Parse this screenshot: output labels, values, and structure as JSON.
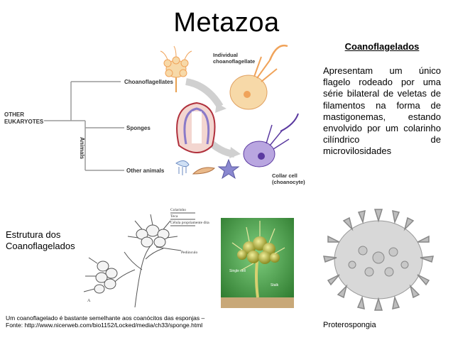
{
  "title": "Metazoa",
  "coano": {
    "heading": "Coanoflagelados",
    "body": "Apresentam um único flagelo rodeado por uma série bilateral de veletas de filamentos na forma de mastigonemas, estando envolvido por um colarinho cilíndrico de microvilosidades"
  },
  "tree_diagram": {
    "root_label_line1": "OTHER",
    "root_label_line2": "EUKARYOTES",
    "branch_choanoflagellates": "Choanoflagellates",
    "branch_sponges": "Sponges",
    "branch_other_animals": "Other animals",
    "animals_label": "Animals",
    "individual_label_line1": "Individual",
    "individual_label_line2": "choanoflagellate",
    "collar_label_line1": "Collar cell",
    "collar_label_line2": "(choanocyte)"
  },
  "estrutura_label": "Estrutura dos Coanoflagelados",
  "sketch": {
    "label_colarinho": "Colarinho",
    "label_teca": "Teca",
    "label_celula": "Célula propriamente dita",
    "label_pedunculo": "Pedúnculo",
    "label_a": "A"
  },
  "single_cell": {
    "label_single": "Single cell",
    "label_stalk": "Stalk"
  },
  "caption_line1": "Um coanoflagelado é bastante semelhante aos coanócitos das esponjas –",
  "caption_line2": "Fonte: http://www.nicerweb.com/bio1152/Locked/media/ch33/sponge.html",
  "proterospongia_label": "Proterospongia",
  "colors": {
    "tree_lines": "#9a9a9a",
    "arrow_gray": "#d0d0d0",
    "choano_cell": "#f7d9a8",
    "choano_orange": "#f0a35a",
    "collar_cell": "#b9a6e0",
    "collar_cell_dark": "#5b3aa0",
    "sponge_red": "#b0303c",
    "green_bg": "#3b8a3b",
    "colony_yellow": "#b7b540",
    "protero_gray": "#b8b8b8"
  }
}
